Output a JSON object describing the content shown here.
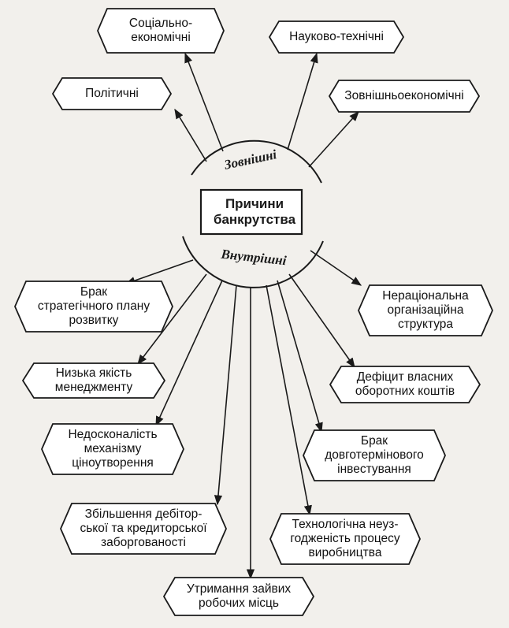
{
  "center": {
    "label": "Причини\nбанкрутства"
  },
  "groups": {
    "external": "Зовнішні",
    "internal": "Внутрішні"
  },
  "external_causes": [
    "Соціально-\nекономічні",
    "Науково-технічні",
    "Політичні",
    "Зовнішньоекономічні"
  ],
  "internal_causes": [
    "Брак\nстратегічного плану\nрозвитку",
    "Нераціональна\nорганізаційна\nструктура",
    "Низька якість\nменеджменту",
    "Дефіцит власних\nоборотних коштів",
    "Недосконалість\nмеханізму\nціноутворення",
    "Брак\nдовготермінового\nінвестування",
    "Збільшення дебітор-\nської та кредиторської\nзаборгованості",
    "Технологічна неуз-\nгодженість процесу\nвиробництва",
    "Утримання зайвих\nробочих місць"
  ],
  "colors": {
    "stroke": "#1a1a1a",
    "box_fill": "#ffffff",
    "page": "#f2f0ec"
  }
}
